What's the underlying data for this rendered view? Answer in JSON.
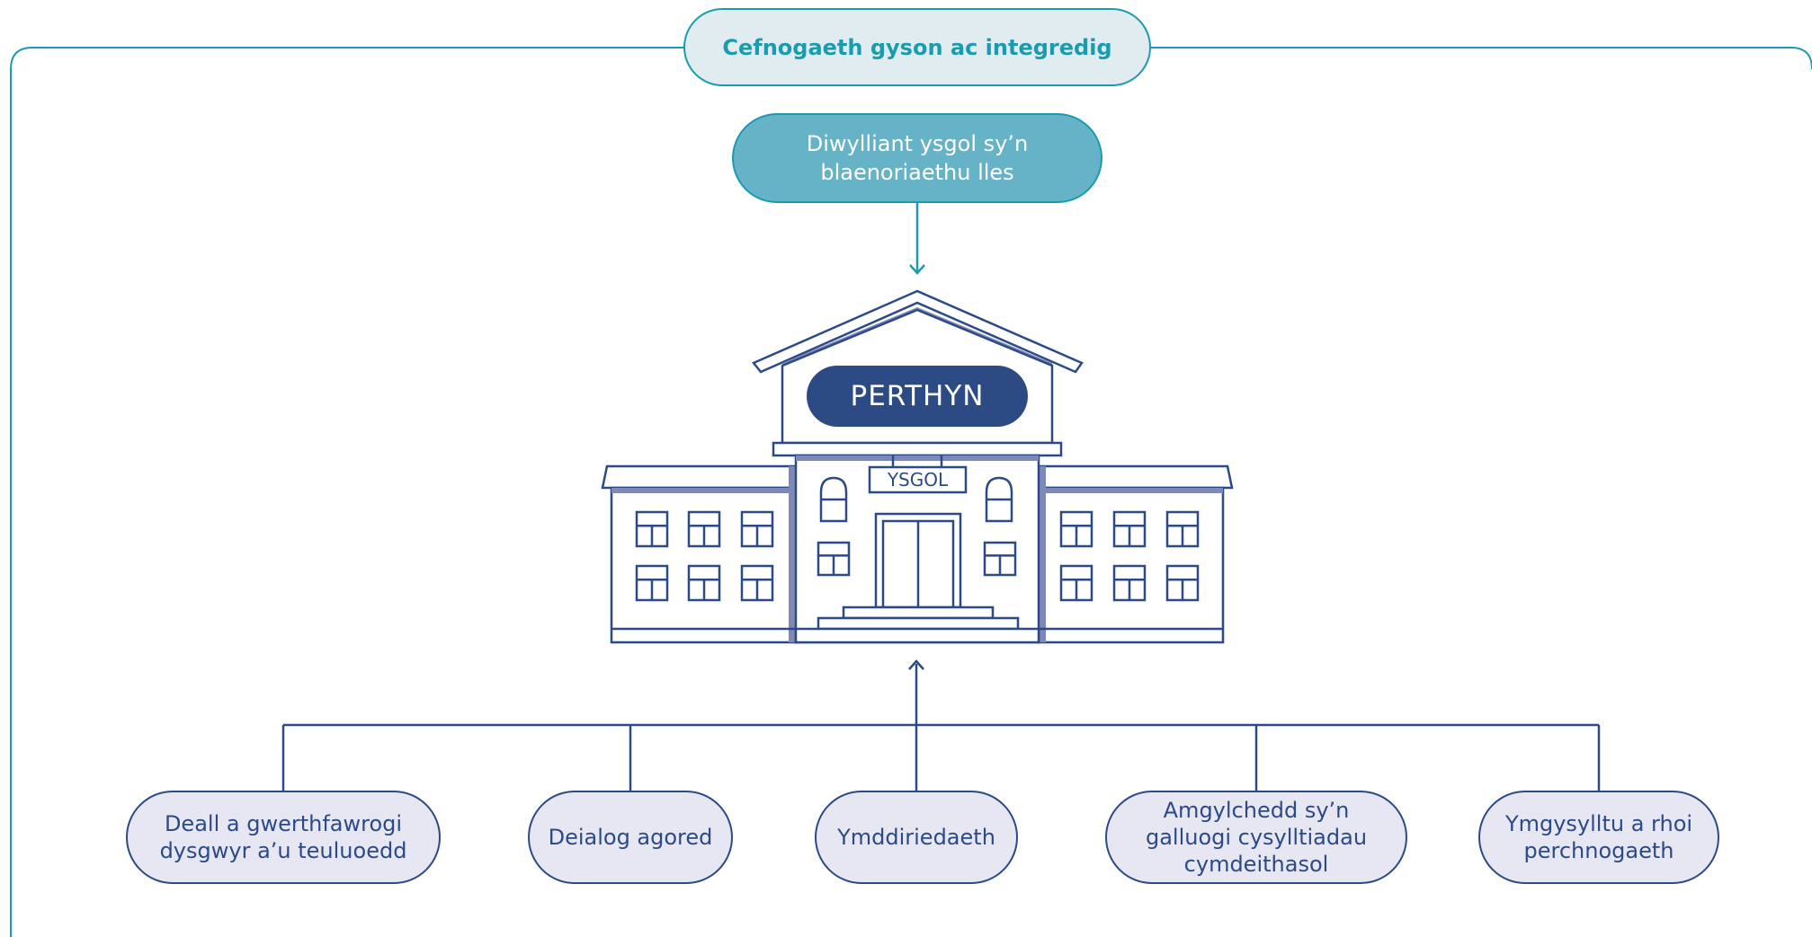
{
  "frame": {
    "top_label": "Cefnogaeth gyson ac integredig"
  },
  "culture": {
    "label": "Diwylliant ysgol sy’n blaenoriaethu lles"
  },
  "school": {
    "title": "PERTHYN",
    "sign": "YSGOL"
  },
  "factors": [
    {
      "label": "Deall a gwerthfawrogi dysgwyr a’u teuluoedd"
    },
    {
      "label": "Deialog agored"
    },
    {
      "label": "Ymddiriedaeth"
    },
    {
      "label": "Amgylchedd sy’n galluogi cysylltiadau cymdeithasol"
    },
    {
      "label": "Ymgysylltu a rhoi perchnogaeth"
    }
  ],
  "colors": {
    "teal": "#1a9bb0",
    "teal_fill": "#66b2c7",
    "navy": "#2b4a86",
    "lavender": "#e7e7f3"
  }
}
